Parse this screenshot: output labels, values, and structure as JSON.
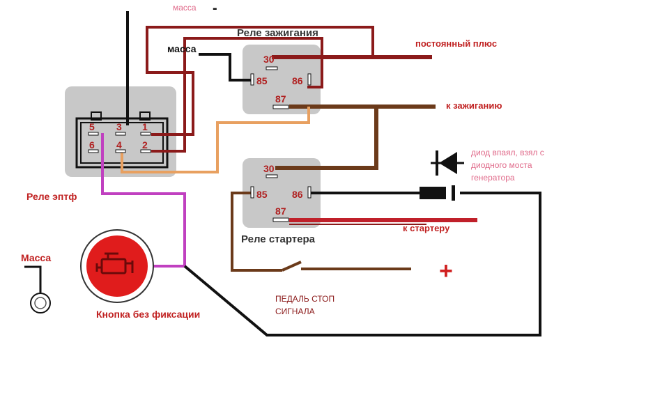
{
  "colors": {
    "relay_body": "#c8c8c8",
    "relay_pin_text": "#b02020",
    "black": "#111111",
    "dark_red": "#8b1a1a",
    "red": "#c0202a",
    "brown": "#6b3a1a",
    "orange": "#e8a060",
    "violet": "#c040c0",
    "pink_text": "#e06a8a",
    "label_red": "#c02020",
    "plus_red": "#d02020",
    "button_red": "#e01c1c"
  },
  "labels": {
    "massa_top": "масса",
    "minus_sign": "-",
    "massa_ign": "масса",
    "rele_zazhiganiya": "Реле зажигания",
    "postoyannyi_plus": "постоянный плюс",
    "k_zazhiganiyu": "к зажиганию",
    "rele_eptf": "Реле эптф",
    "massa_left": "Масса",
    "knopka": "Кнопка без фиксации",
    "rele_startera": "Реле стартера",
    "k_starteru": "к стартеру",
    "pedal_line1": "ПЕДАЛЬ СТОП",
    "pedal_line2": "СИГНАЛА",
    "diode_line1": "диод впаял, взял с",
    "diode_line2": "диодного моста",
    "diode_line3": "генератора",
    "plus_sign": "+"
  },
  "ign_relay_pins": [
    "30",
    "85",
    "86",
    "87"
  ],
  "start_relay_pins": [
    "30",
    "85",
    "86",
    "87"
  ],
  "eptf_pins": [
    "5",
    "3",
    "1",
    "6",
    "4",
    "2"
  ]
}
